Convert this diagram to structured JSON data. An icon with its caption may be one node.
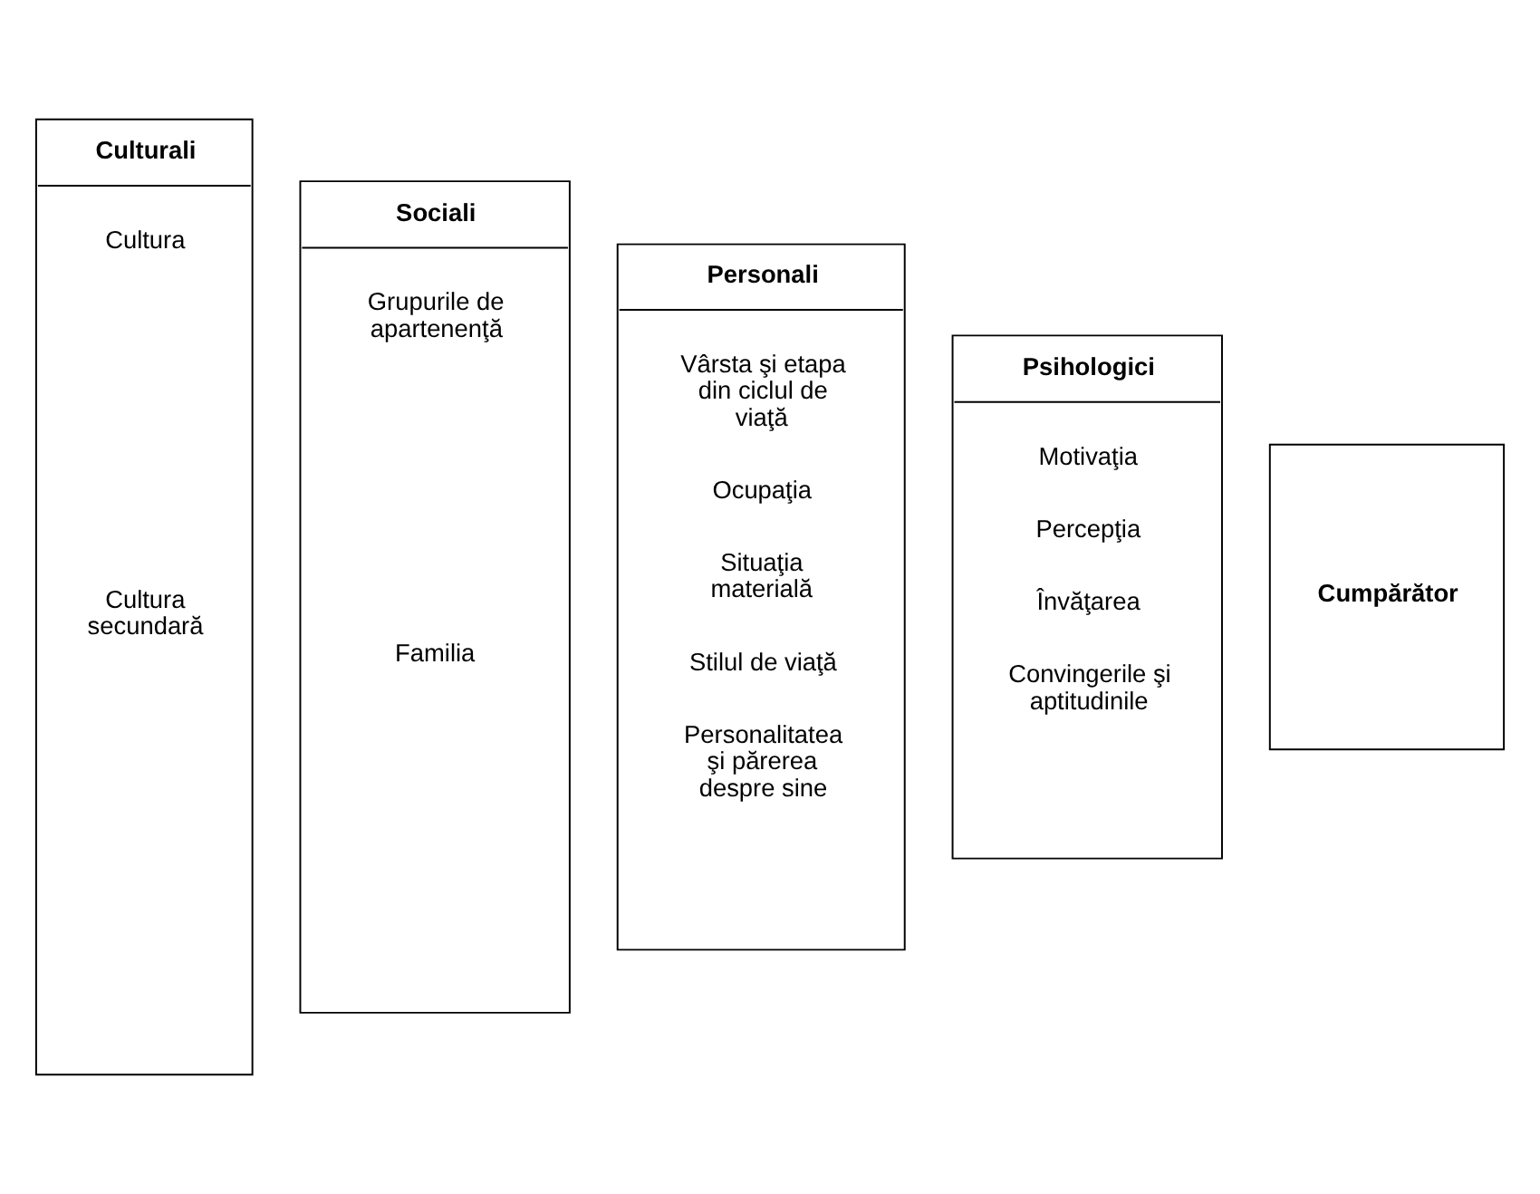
{
  "diagram": {
    "nodes": [
      {
        "text": [
          "Culturali",
          "Cultura",
          "Cultura secundară"
        ]
      },
      {
        "text": [
          "Sociali",
          "Grupurile de apartenenţă",
          "Familia"
        ]
      },
      {
        "text": [
          "Personali",
          "Vârsta şi etapa din ciclul de viaţă",
          "Ocupaţia",
          "Situaţia materială",
          "Stilul de viaţă",
          "Personalitatea şi părerea despre sine"
        ]
      },
      {
        "text": [
          "Psihologici",
          "Motivaţia",
          "Percepţia",
          "Învăţarea",
          "Convingerile şi aptitudinile"
        ]
      },
      {
        "text": [
          "Cumpărător"
        ]
      }
    ],
    "edges": []
  }
}
